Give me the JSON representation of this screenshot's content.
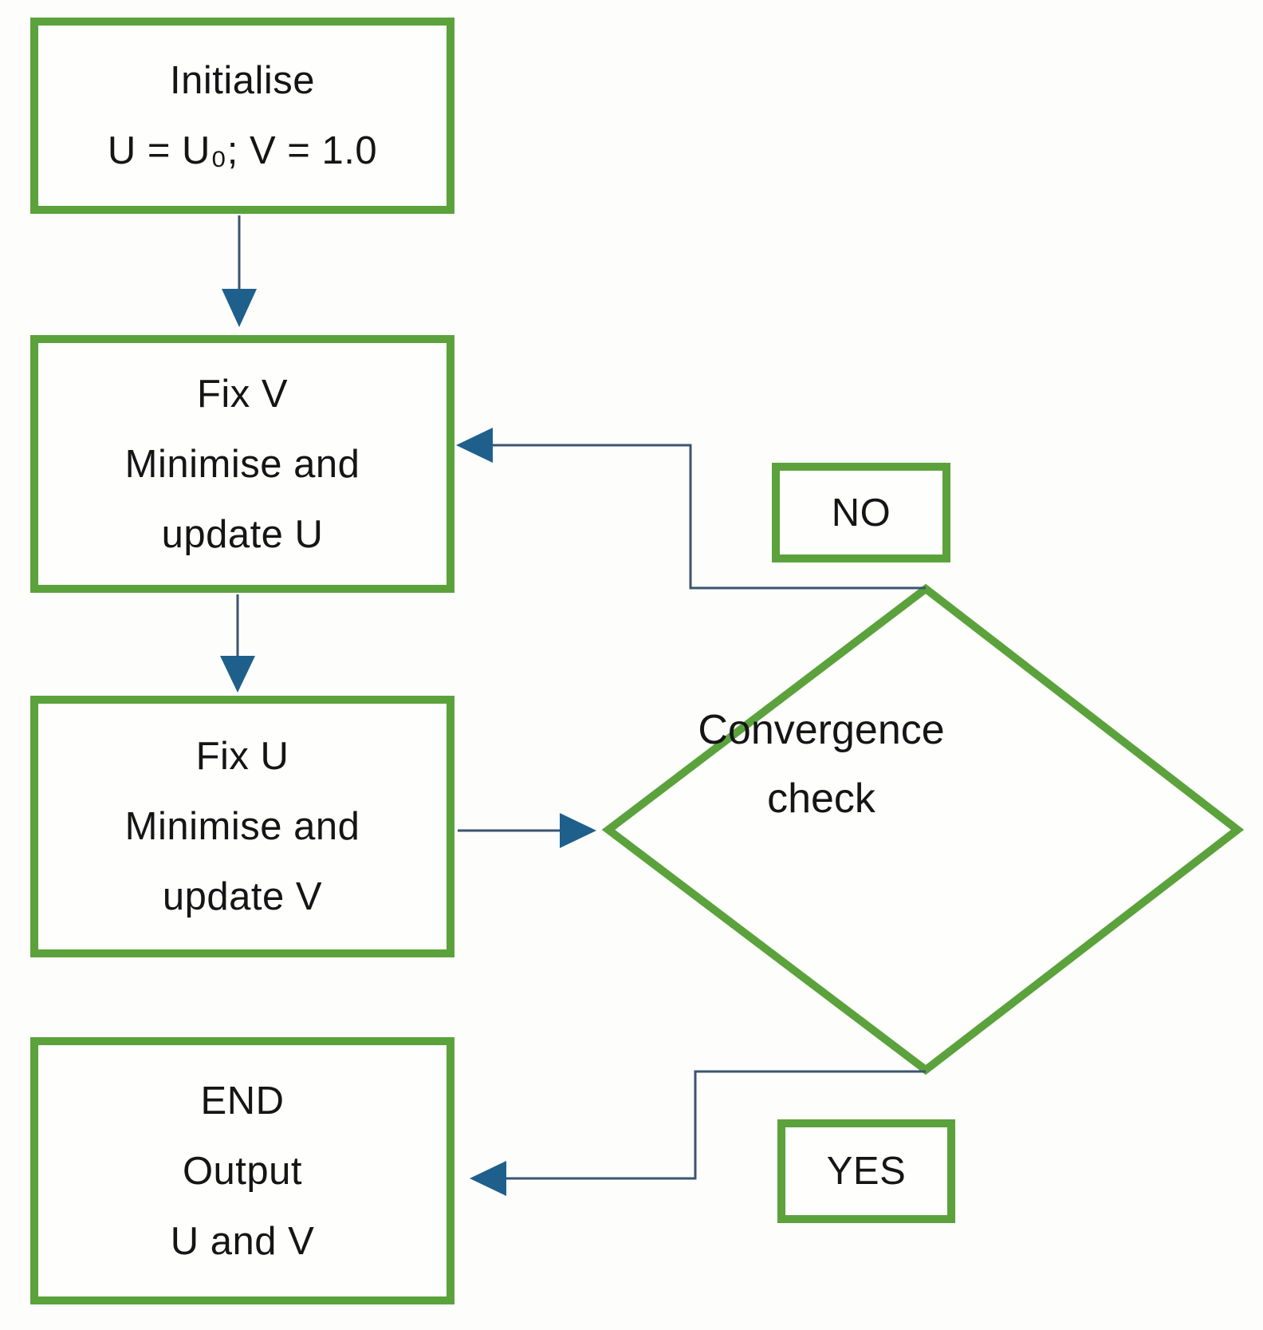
{
  "diagram": {
    "type": "flowchart",
    "colors": {
      "node_border_green": "#5ba23c",
      "connector_line": "#3a5570",
      "arrowhead_blue": "#1f5f8c",
      "background": "#fdfdfc",
      "text": "#151515"
    },
    "nodes": {
      "initialise": {
        "lines": [
          "Initialise",
          "U = U₀; V = 1.0"
        ]
      },
      "fix_v": {
        "lines": [
          "Fix V",
          "Minimise and",
          "update U"
        ]
      },
      "fix_u": {
        "lines": [
          "Fix U",
          "Minimise and",
          "update V"
        ]
      },
      "end": {
        "lines": [
          "END",
          "Output",
          "U and V"
        ]
      },
      "convergence": {
        "lines": [
          "Convergence",
          "check"
        ]
      },
      "no": {
        "label": "NO"
      },
      "yes": {
        "label": "YES"
      }
    },
    "edges": [
      {
        "from": "initialise",
        "to": "fix_v"
      },
      {
        "from": "fix_v",
        "to": "fix_u"
      },
      {
        "from": "fix_u",
        "to": "convergence"
      },
      {
        "from": "convergence",
        "to": "fix_v",
        "label": "NO"
      },
      {
        "from": "convergence",
        "to": "end",
        "label": "YES"
      }
    ]
  }
}
